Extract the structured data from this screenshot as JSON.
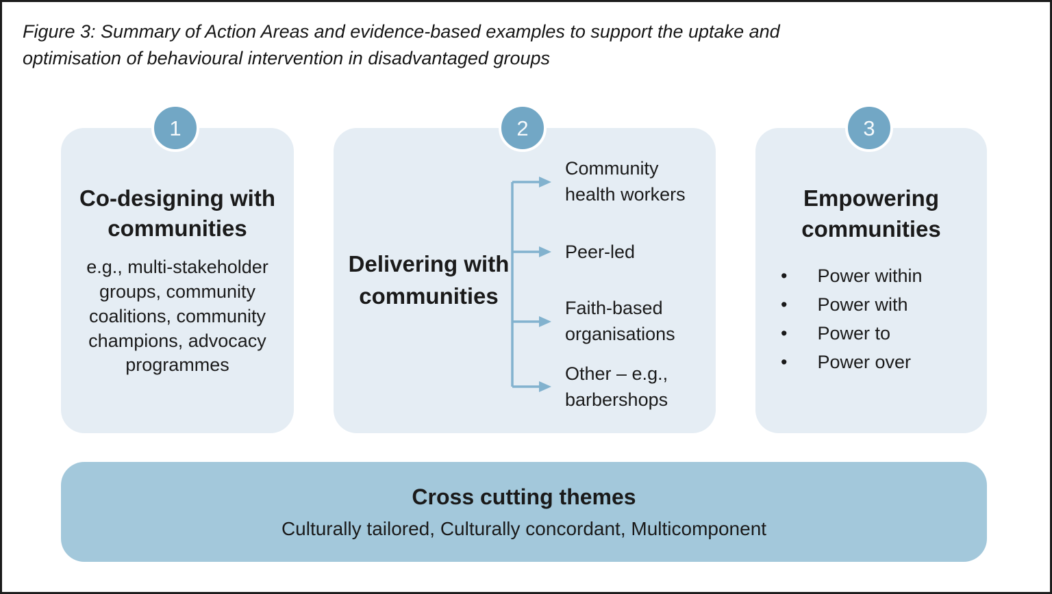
{
  "figure": {
    "caption": "Figure 3: Summary of Action Areas and evidence-based examples to support the uptake and optimisation of behavioural intervention in disadvantaged groups"
  },
  "colors": {
    "card_bg": "#e5edf4",
    "bar_bg": "#a3c8db",
    "circle_bg": "#72a7c5",
    "arrow": "#82b2ce",
    "text": "#1a1a1a",
    "frame_border": "#1c1c1c"
  },
  "action_areas": [
    {
      "number": "1",
      "title": "Co-designing with communities",
      "body": "e.g., multi-stakeholder groups, community coalitions, community champions, advocacy programmes"
    },
    {
      "number": "2",
      "title": "Delivering with communities",
      "branches": [
        "Community health workers",
        "Peer-led",
        "Faith-based organisations",
        "Other – e.g., barbershops"
      ]
    },
    {
      "number": "3",
      "title": "Empowering communities",
      "bullets": [
        "Power within",
        "Power with",
        "Power to",
        "Power over"
      ]
    }
  ],
  "cross_cutting": {
    "title": "Cross cutting themes",
    "subtitle": "Culturally tailored, Culturally concordant, Multicomponent"
  }
}
